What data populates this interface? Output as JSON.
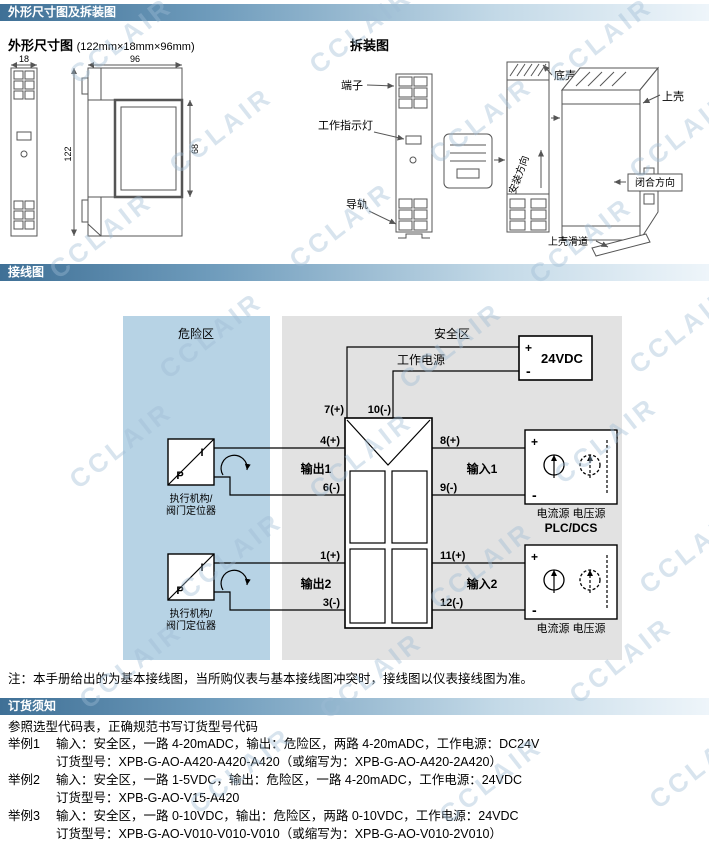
{
  "watermark": "CCLAIR",
  "sections": {
    "s1": "外形尺寸图及拆装图",
    "s2": "接线图",
    "s3": "订货须知"
  },
  "dimension": {
    "title": "外形尺寸图",
    "size": "(122mm×18mm×96mm)",
    "dims": {
      "w_front": "18",
      "w_side": "96",
      "h": "122",
      "h_inner": "68"
    }
  },
  "disassembly": {
    "title": "拆装图",
    "terminal": "端子",
    "indicator": "工作指示灯",
    "rail": "导轨",
    "bottom_shell": "底壳",
    "install_dir": "安装方向",
    "top_shell": "上壳",
    "close_dir": "闭合方向",
    "top_slide": "上壳滑道"
  },
  "wiring": {
    "hazard": "危险区",
    "safe": "安全区",
    "power_label": "工作电源",
    "power": "24VDC",
    "plus": "+",
    "minus": "-",
    "t7": "7(+)",
    "t10": "10(-)",
    "t4": "4(+)",
    "t6": "6(-)",
    "t1": "1(+)",
    "t3": "3(-)",
    "t8": "8(+)",
    "t9": "9(-)",
    "t11": "11(+)",
    "t12": "12(-)",
    "out1": "输出1",
    "out2": "输出2",
    "in1": "输入1",
    "in2": "输入2",
    "p": "P",
    "i": "I",
    "act1a": "执行机构/",
    "act1b": "阀门定位器",
    "act2a": "执行机构/",
    "act2b": "阀门定位器",
    "src1": "电流源 电压源",
    "plcdcs": "PLC/DCS",
    "src2": "电流源 电压源"
  },
  "note": "注：本手册给出的为基本接线图，当所购仪表与基本接线图冲突时，接线图以仪表接线图为准。",
  "ordering": {
    "intro": "参照选型代码表，正确规范书写订货型号代码",
    "examples": [
      {
        "label": "举例1",
        "desc": "输入：安全区，一路 4-20mADC，输出：危险区，两路 4-20mADC，工作电源：DC24V",
        "model": "订货型号：XPB-G-AO-A420-A420-A420（或缩写为：XPB-G-AO-A420-2A420）"
      },
      {
        "label": "举例2",
        "desc": "输入：安全区，一路 1-5VDC，输出：危险区，一路 4-20mADC，工作电源：24VDC",
        "model": "订货型号：XPB-G-AO-V15-A420"
      },
      {
        "label": "举例3",
        "desc": "输入：安全区，一路 0-10VDC，输出：危险区，两路 0-10VDC，工作电源：24VDC",
        "model": "订货型号：XPB-G-AO-V010-V010-V010（或缩写为：XPB-G-AO-V010-2V010）"
      }
    ]
  }
}
